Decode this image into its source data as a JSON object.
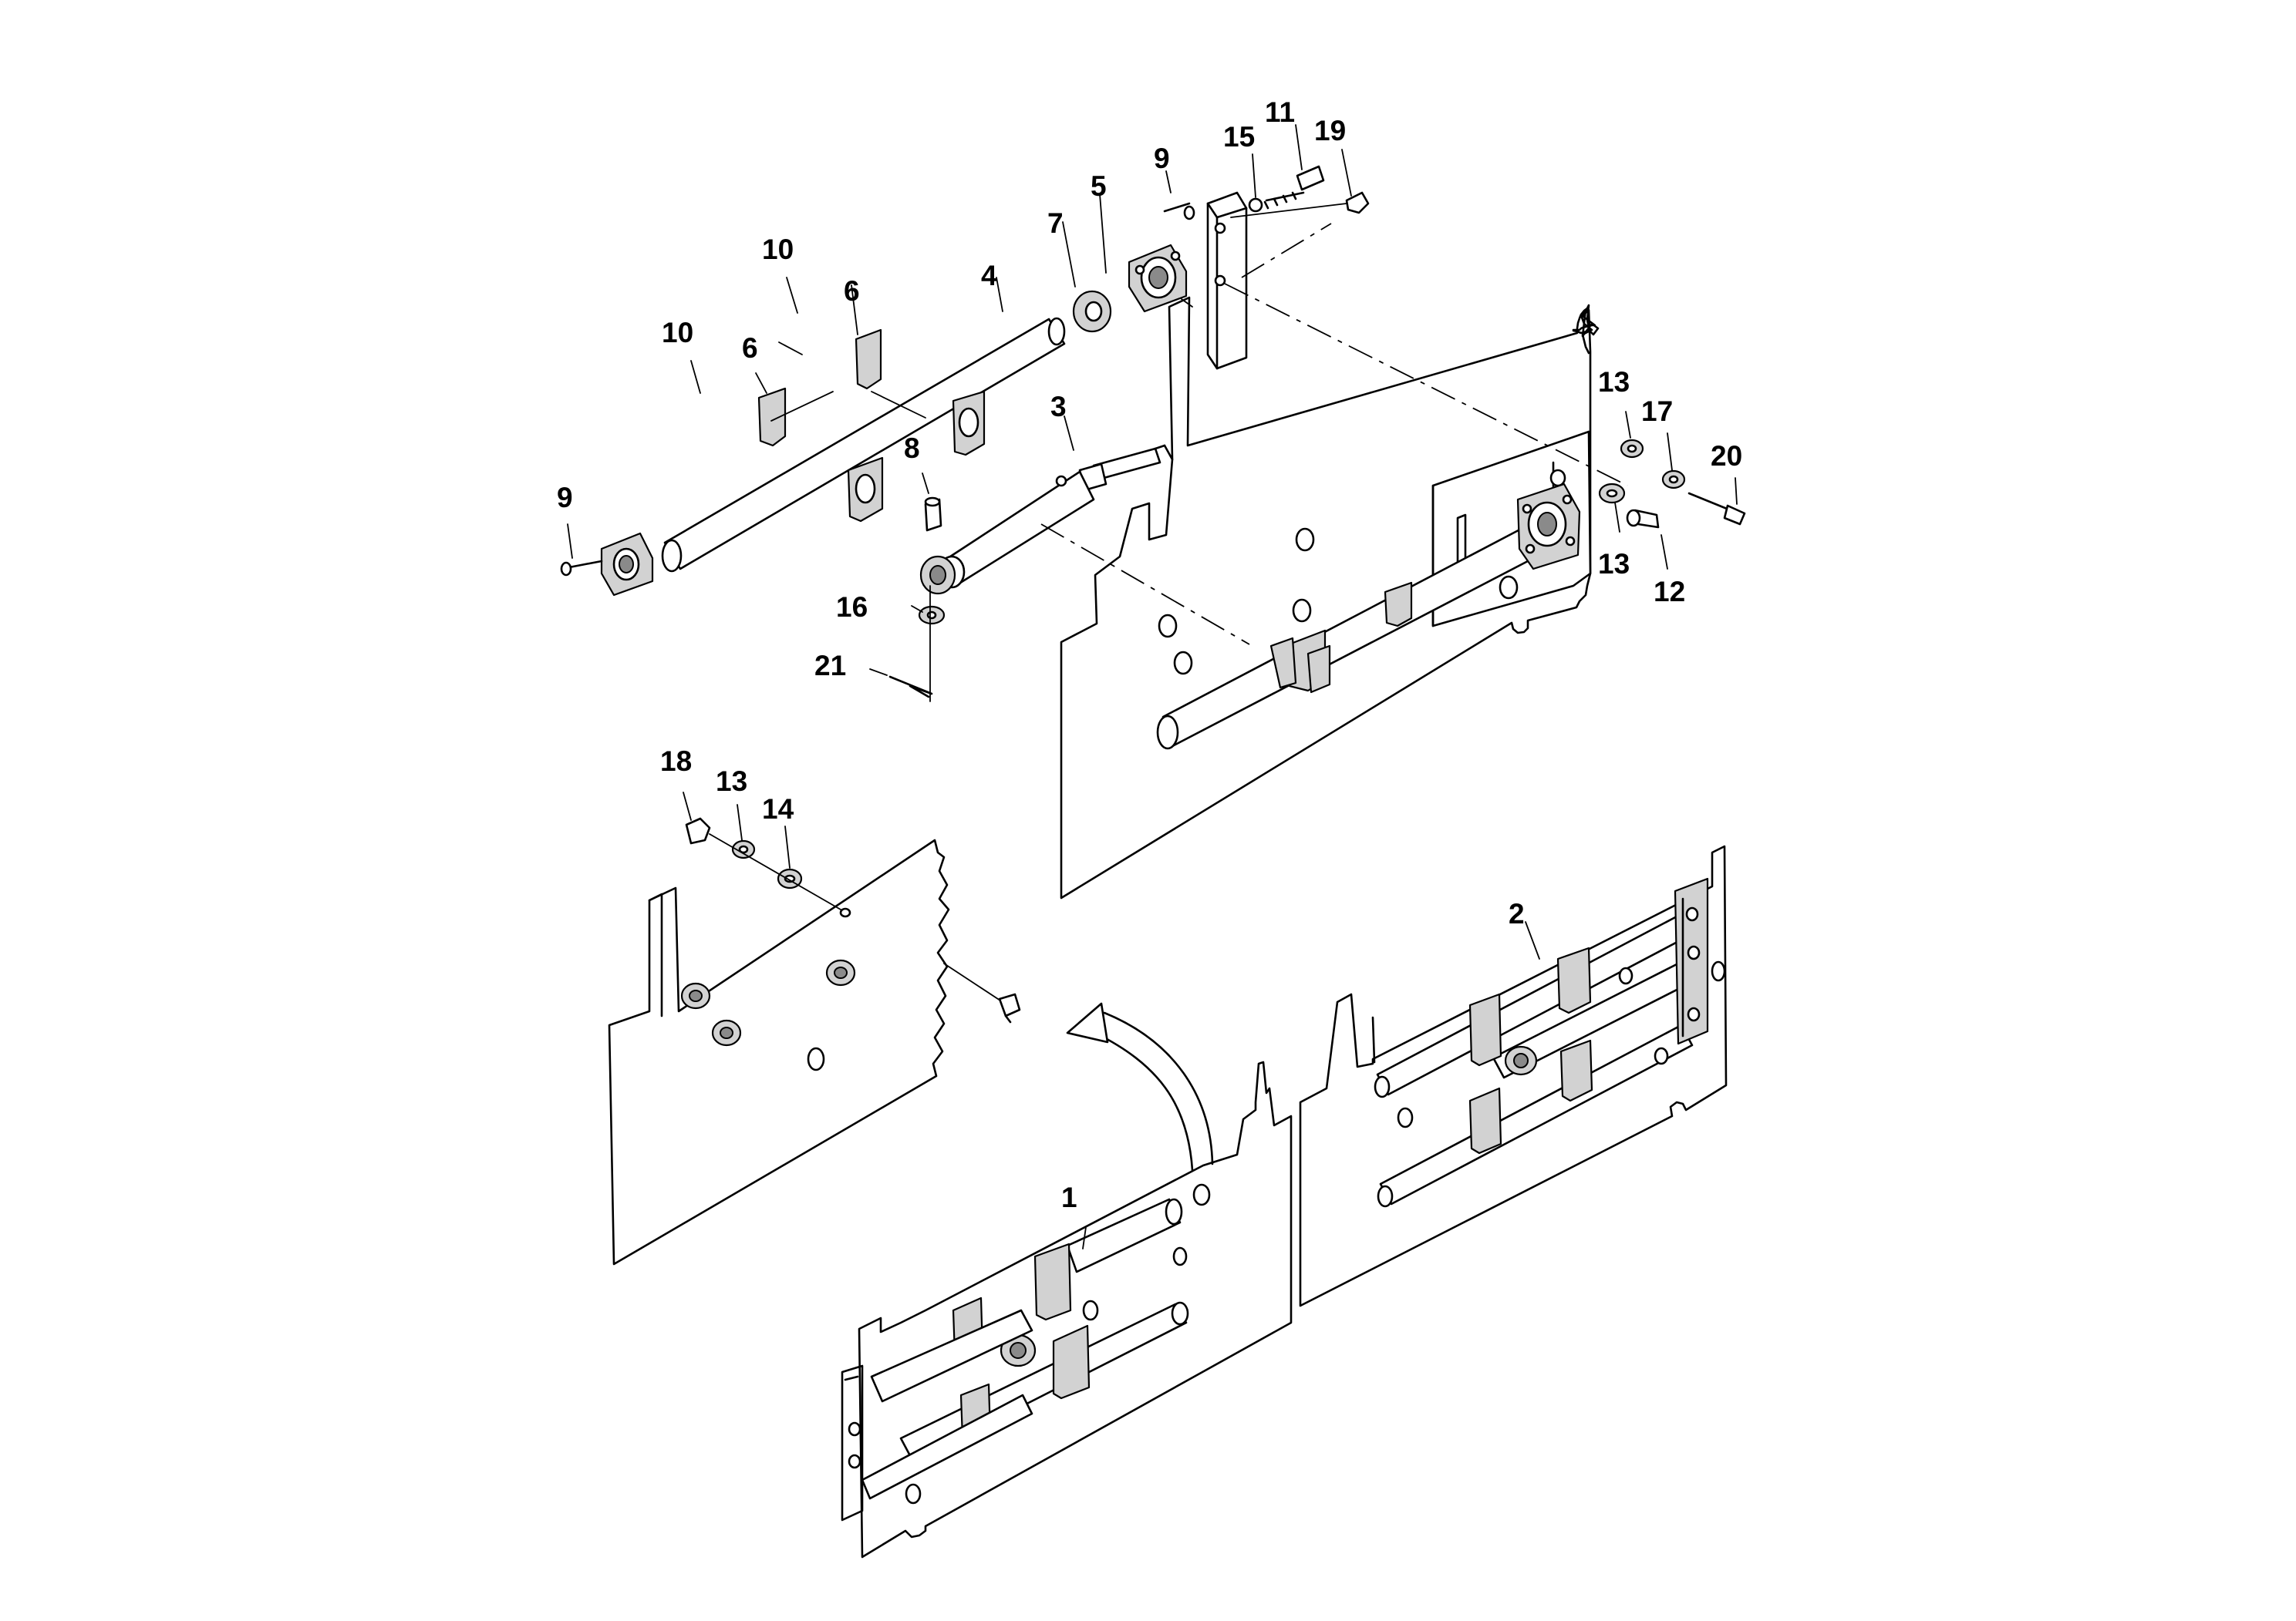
{
  "diagram": {
    "type": "exploded-parts-view",
    "callouts": [
      {
        "id": "c-1",
        "label": "1"
      },
      {
        "id": "c-2",
        "label": "2"
      },
      {
        "id": "c-3",
        "label": "3"
      },
      {
        "id": "c-4",
        "label": "4"
      },
      {
        "id": "c-5",
        "label": "5"
      },
      {
        "id": "c-6a",
        "label": "6"
      },
      {
        "id": "c-6b",
        "label": "6"
      },
      {
        "id": "c-7",
        "label": "7"
      },
      {
        "id": "c-8",
        "label": "8"
      },
      {
        "id": "c-9a",
        "label": "9"
      },
      {
        "id": "c-9b",
        "label": "9"
      },
      {
        "id": "c-10a",
        "label": "10"
      },
      {
        "id": "c-10b",
        "label": "10"
      },
      {
        "id": "c-11",
        "label": "11"
      },
      {
        "id": "c-12",
        "label": "12"
      },
      {
        "id": "c-13a",
        "label": "13"
      },
      {
        "id": "c-13b",
        "label": "13"
      },
      {
        "id": "c-13c",
        "label": "13"
      },
      {
        "id": "c-14",
        "label": "14"
      },
      {
        "id": "c-15",
        "label": "15"
      },
      {
        "id": "c-16",
        "label": "16"
      },
      {
        "id": "c-17",
        "label": "17"
      },
      {
        "id": "c-18",
        "label": "18"
      },
      {
        "id": "c-19",
        "label": "19"
      },
      {
        "id": "c-20",
        "label": "20"
      },
      {
        "id": "c-21",
        "label": "21"
      }
    ]
  }
}
